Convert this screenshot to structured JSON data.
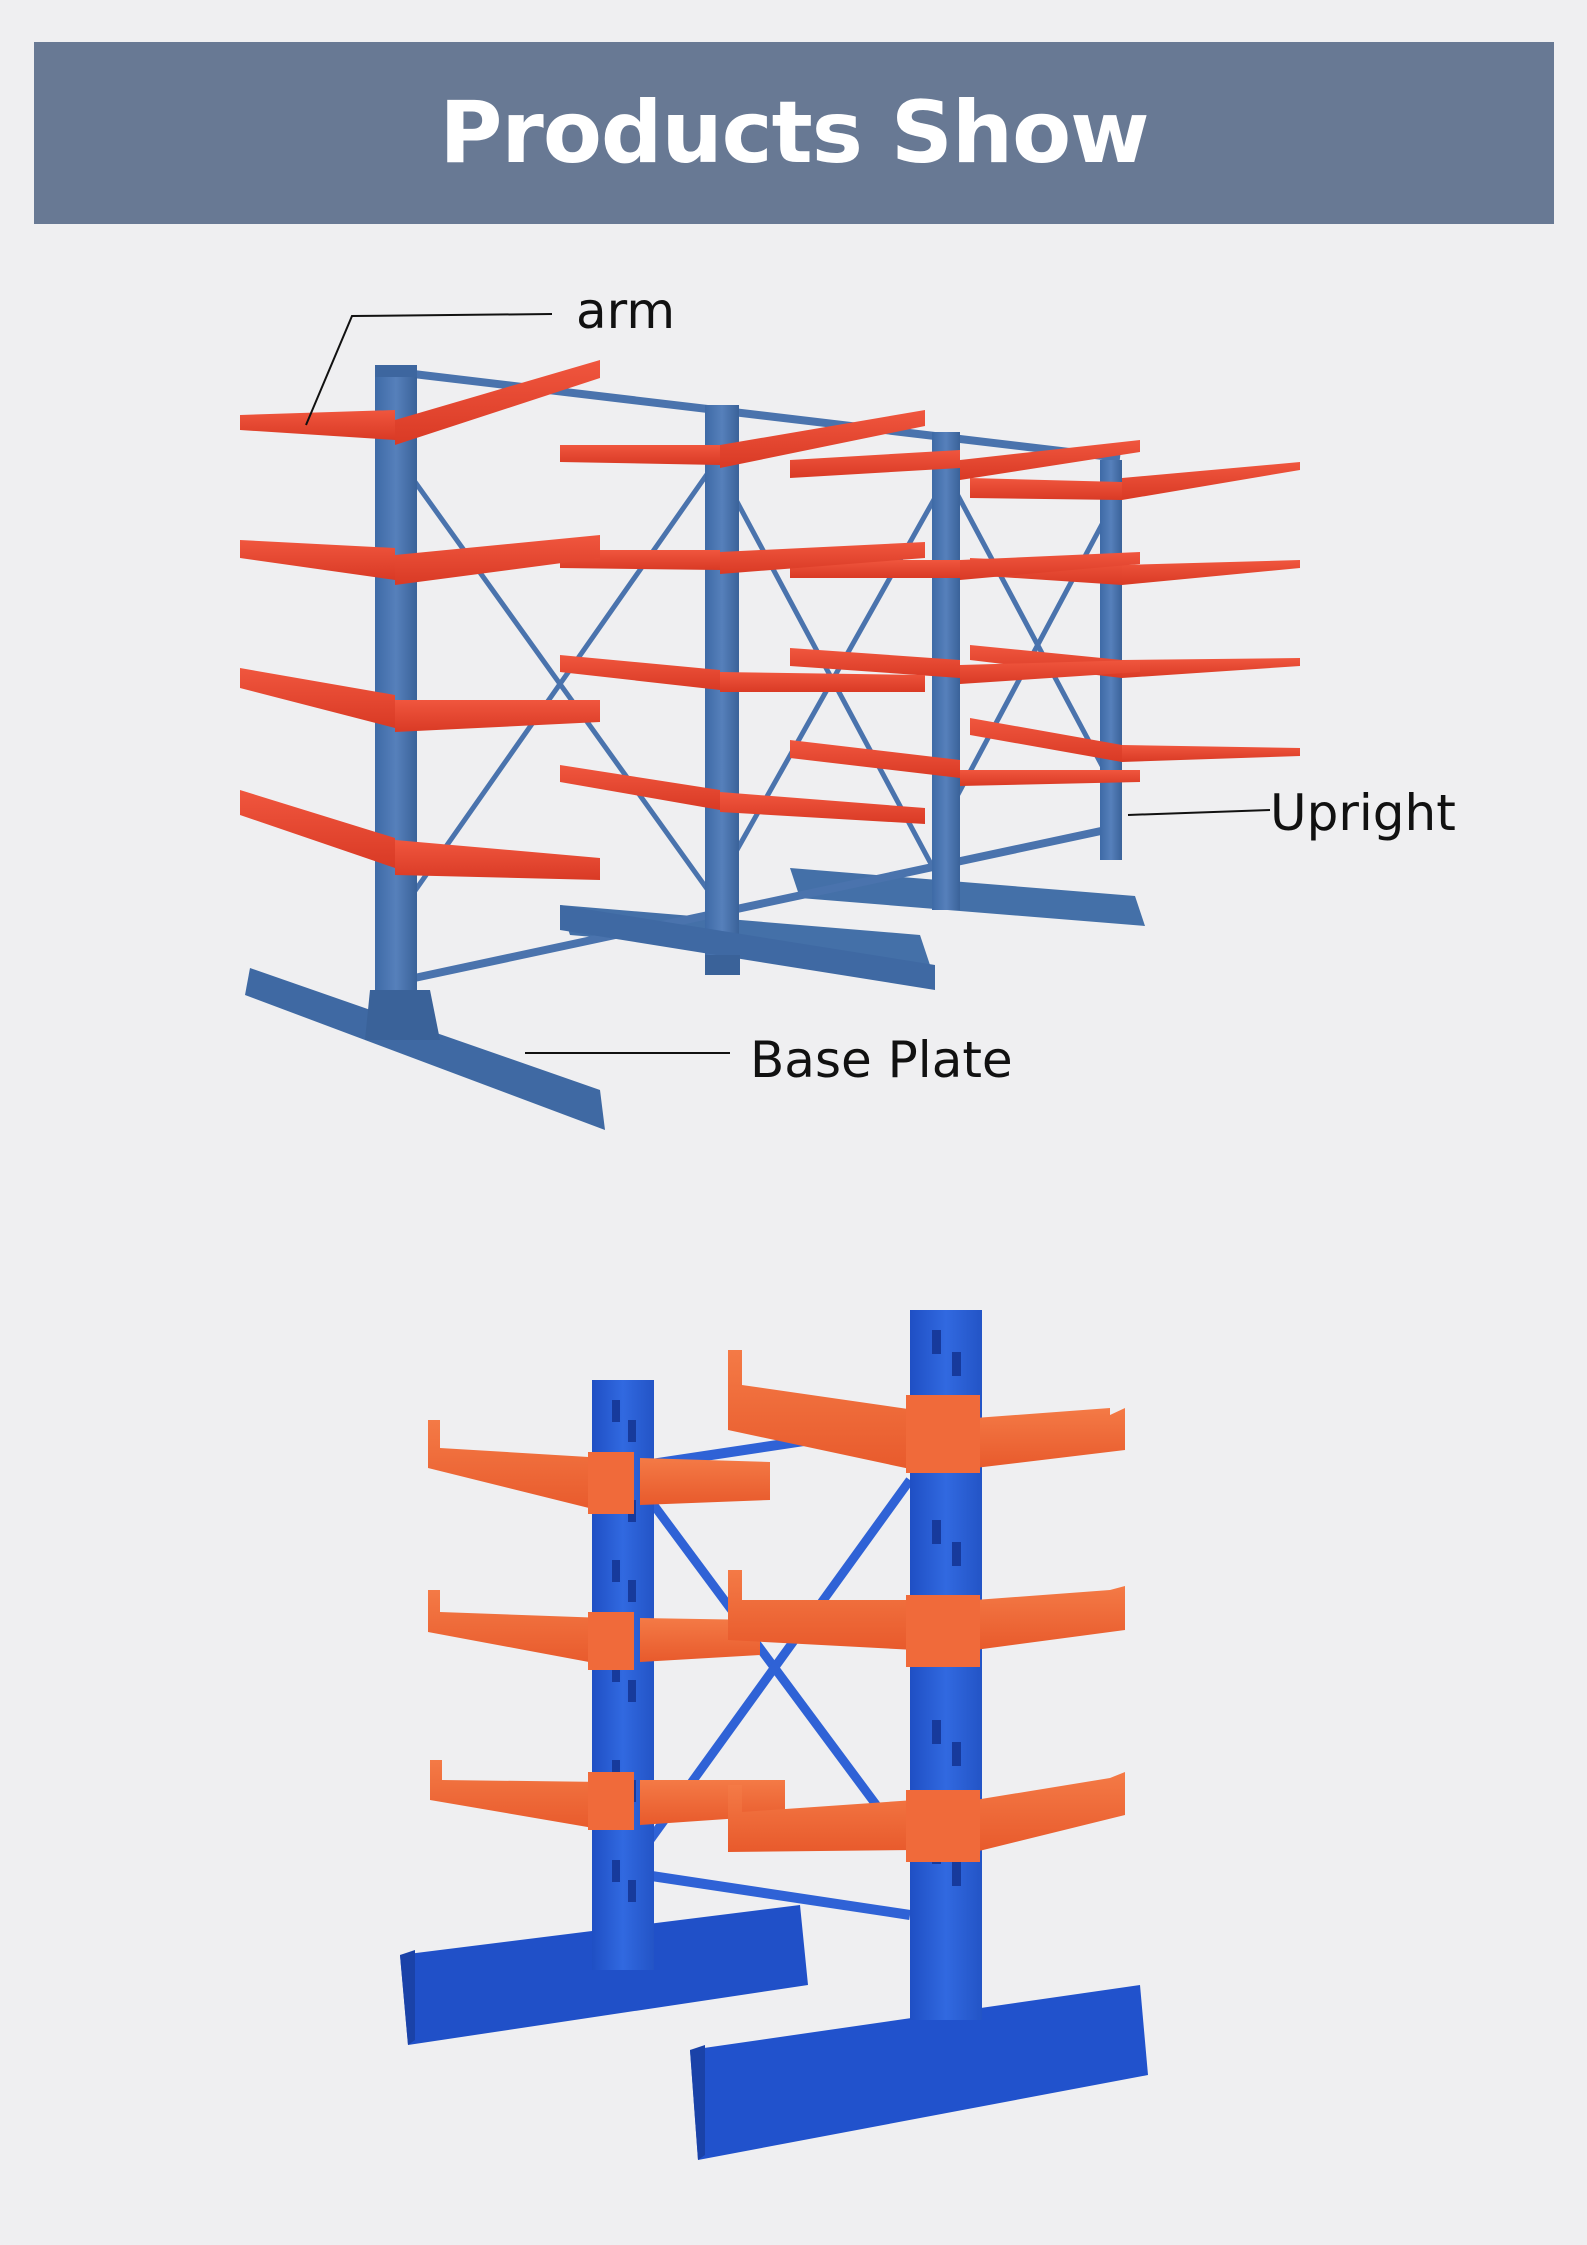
{
  "header": {
    "title": "Products Show"
  },
  "diagram": {
    "labels": {
      "arm": "arm",
      "upright": "Upright",
      "base_plate": "Base Plate"
    }
  },
  "colors": {
    "background": "#efeff1",
    "banner": "#687994",
    "arm_red": "#ef4a35",
    "frame_blue": "#4a73ad",
    "arm_orange": "#f06a3a",
    "frame_bright_blue": "#2f62d6"
  },
  "figures": [
    {
      "icon": "double-sided-cantilever-rack-diagram"
    },
    {
      "icon": "cantilever-rack-photo"
    }
  ]
}
